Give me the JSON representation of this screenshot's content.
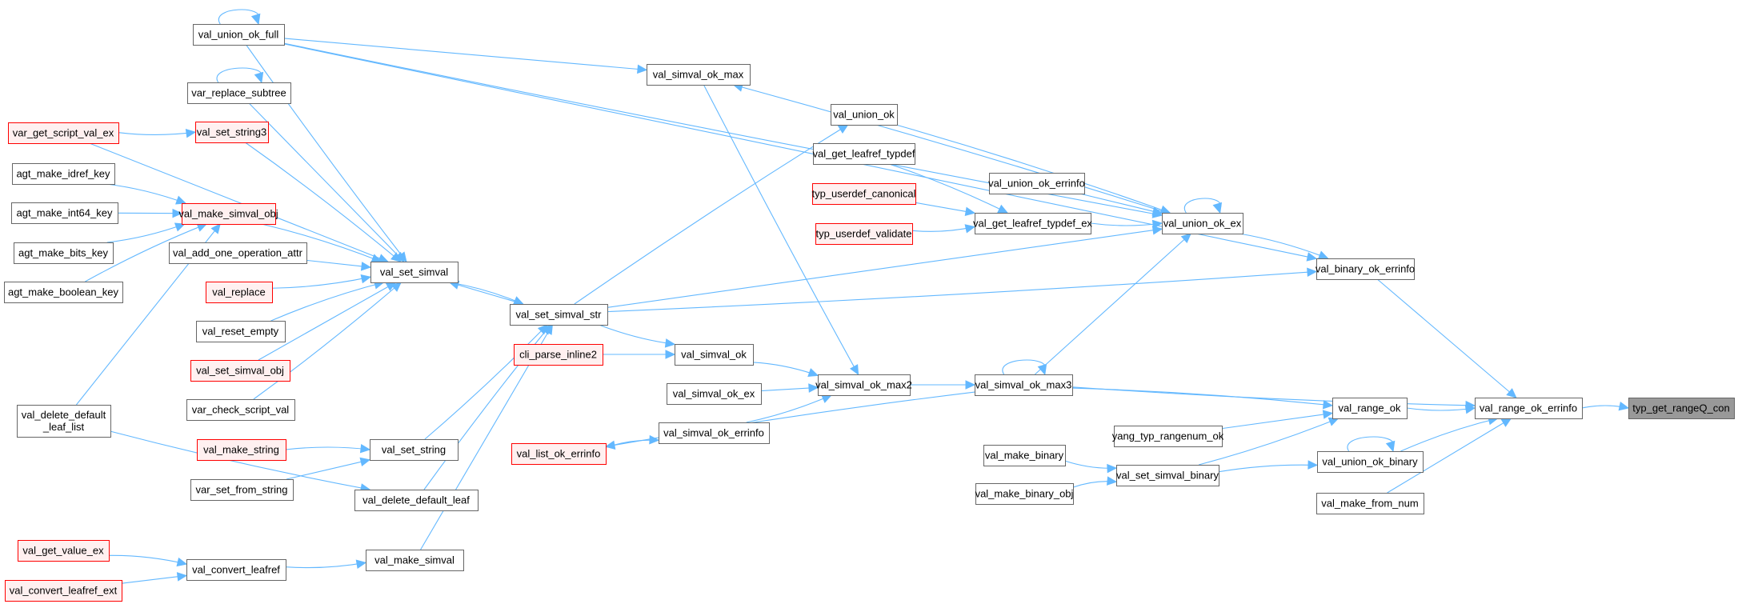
{
  "graph": {
    "title": "typ_get_rangeQ_con caller graph",
    "edge_color": "#63b8ff",
    "node_border": "#666666",
    "highlight_border": "#ff0000",
    "highlight_fill": "#fff0f0",
    "root_fill": "#999999",
    "nodes": [
      {
        "id": "root",
        "label": "typ_get_rangeQ_con",
        "style": "root"
      },
      {
        "id": "range_ok_errinfo",
        "label": "val_range_ok_errinfo",
        "style": "normal"
      },
      {
        "id": "binary_ok_errinfo",
        "label": "val_binary_ok_errinfo",
        "style": "normal"
      },
      {
        "id": "range_ok",
        "label": "val_range_ok",
        "style": "normal"
      },
      {
        "id": "union_ok_binary",
        "label": "val_union_ok_binary",
        "style": "normal"
      },
      {
        "id": "make_from_num",
        "label": "val_make_from_num",
        "style": "normal"
      },
      {
        "id": "union_ok_ex",
        "label": "val_union_ok_ex",
        "style": "normal"
      },
      {
        "id": "simval_ok_max3",
        "label": "val_simval_ok_max3",
        "style": "normal"
      },
      {
        "id": "yang_typ_rangenum_ok",
        "label": "yang_typ_rangenum_ok",
        "style": "normal"
      },
      {
        "id": "set_simval_binary",
        "label": "val_set_simval_binary",
        "style": "normal"
      },
      {
        "id": "make_binary",
        "label": "val_make_binary",
        "style": "normal"
      },
      {
        "id": "make_binary_obj",
        "label": "val_make_binary_obj",
        "style": "normal"
      },
      {
        "id": "union_ok_errinfo",
        "label": "val_union_ok_errinfo",
        "style": "normal"
      },
      {
        "id": "get_leafref_typdef_ex",
        "label": "val_get_leafref_typdef_ex",
        "style": "normal"
      },
      {
        "id": "get_leafref_typdef",
        "label": "val_get_leafref_typdef",
        "style": "normal"
      },
      {
        "id": "typ_userdef_canonical",
        "label": "typ_userdef_canonical",
        "style": "red"
      },
      {
        "id": "typ_userdef_validate",
        "label": "typ_userdef_validate",
        "style": "red"
      },
      {
        "id": "union_ok",
        "label": "val_union_ok",
        "style": "normal"
      },
      {
        "id": "simval_ok_max",
        "label": "val_simval_ok_max",
        "style": "normal"
      },
      {
        "id": "simval_ok_max2",
        "label": "val_simval_ok_max2",
        "style": "normal"
      },
      {
        "id": "simval_ok",
        "label": "val_simval_ok",
        "style": "normal"
      },
      {
        "id": "simval_ok_ex",
        "label": "val_simval_ok_ex",
        "style": "normal"
      },
      {
        "id": "simval_ok_errinfo",
        "label": "val_simval_ok_errinfo",
        "style": "normal"
      },
      {
        "id": "list_ok_errinfo",
        "label": "val_list_ok_errinfo",
        "style": "red"
      },
      {
        "id": "cli_parse_inline2",
        "label": "cli_parse_inline2",
        "style": "red"
      },
      {
        "id": "set_simval_str",
        "label": "val_set_simval_str",
        "style": "normal"
      },
      {
        "id": "set_simval",
        "label": "val_set_simval",
        "style": "normal"
      },
      {
        "id": "set_string",
        "label": "val_set_string",
        "style": "normal"
      },
      {
        "id": "delete_default_leaf",
        "label": "val_delete_default_leaf",
        "style": "normal"
      },
      {
        "id": "make_simval",
        "label": "val_make_simval",
        "style": "normal"
      },
      {
        "id": "union_ok_full",
        "label": "val_union_ok_full",
        "style": "normal"
      },
      {
        "id": "var_replace_subtree",
        "label": "var_replace_subtree",
        "style": "normal"
      },
      {
        "id": "set_string3",
        "label": "val_set_string3",
        "style": "red"
      },
      {
        "id": "make_simval_obj",
        "label": "val_make_simval_obj",
        "style": "red"
      },
      {
        "id": "add_one_operation_attr",
        "label": "val_add_one_operation_attr",
        "style": "normal"
      },
      {
        "id": "replace",
        "label": "val_replace",
        "style": "red"
      },
      {
        "id": "reset_empty",
        "label": "val_reset_empty",
        "style": "normal"
      },
      {
        "id": "set_simval_obj",
        "label": "val_set_simval_obj",
        "style": "red"
      },
      {
        "id": "var_check_script_val",
        "label": "var_check_script_val",
        "style": "normal"
      },
      {
        "id": "make_string",
        "label": "val_make_string",
        "style": "red"
      },
      {
        "id": "var_set_from_string",
        "label": "var_set_from_string",
        "style": "normal"
      },
      {
        "id": "convert_leafref",
        "label": "val_convert_leafref",
        "style": "normal"
      },
      {
        "id": "var_get_script_val_ex",
        "label": "var_get_script_val_ex",
        "style": "red"
      },
      {
        "id": "agt_make_idref_key",
        "label": "agt_make_idref_key",
        "style": "normal"
      },
      {
        "id": "agt_make_int64_key",
        "label": "agt_make_int64_key",
        "style": "normal"
      },
      {
        "id": "agt_make_bits_key",
        "label": "agt_make_bits_key",
        "style": "normal"
      },
      {
        "id": "agt_make_boolean_key",
        "label": "agt_make_boolean_key",
        "style": "normal"
      },
      {
        "id": "delete_default_leaf_list",
        "label": "val_delete_default\n_leaf_list",
        "style": "normal"
      },
      {
        "id": "get_value_ex",
        "label": "val_get_value_ex",
        "style": "red"
      },
      {
        "id": "convert_leafref_ext",
        "label": "val_convert_leafref_ext",
        "style": "red"
      }
    ],
    "edges": [
      [
        "range_ok_errinfo",
        "root"
      ],
      [
        "binary_ok_errinfo",
        "range_ok_errinfo"
      ],
      [
        "range_ok",
        "range_ok_errinfo"
      ],
      [
        "union_ok_binary",
        "range_ok_errinfo"
      ],
      [
        "make_from_num",
        "range_ok_errinfo"
      ],
      [
        "simval_ok_max3",
        "range_ok_errinfo"
      ],
      [
        "union_ok_ex",
        "binary_ok_errinfo"
      ],
      [
        "union_ok_full",
        "binary_ok_errinfo"
      ],
      [
        "set_simval_str",
        "binary_ok_errinfo"
      ],
      [
        "simval_ok_max3",
        "range_ok"
      ],
      [
        "yang_typ_rangenum_ok",
        "range_ok"
      ],
      [
        "set_simval_binary",
        "range_ok"
      ],
      [
        "set_simval_binary",
        "union_ok_binary"
      ],
      [
        "union_ok_binary",
        "union_ok_binary"
      ],
      [
        "make_binary",
        "set_simval_binary"
      ],
      [
        "make_binary_obj",
        "set_simval_binary"
      ],
      [
        "simval_ok_max3",
        "union_ok_ex"
      ],
      [
        "simval_ok_max3",
        "simval_ok_max3"
      ],
      [
        "simval_ok_max3",
        "list_ok_errinfo"
      ],
      [
        "simval_ok_max2",
        "simval_ok_max3"
      ],
      [
        "union_ok_ex",
        "union_ok_ex"
      ],
      [
        "union_ok_ex",
        "simval_ok_max"
      ],
      [
        "union_ok_errinfo",
        "union_ok_ex"
      ],
      [
        "get_leafref_typdef_ex",
        "union_ok_ex"
      ],
      [
        "union_ok",
        "union_ok_ex"
      ],
      [
        "set_simval_str",
        "union_ok_ex"
      ],
      [
        "union_ok_full",
        "union_ok_ex"
      ],
      [
        "get_leafref_typdef",
        "get_leafref_typdef_ex"
      ],
      [
        "typ_userdef_canonical",
        "get_leafref_typdef_ex"
      ],
      [
        "typ_userdef_validate",
        "get_leafref_typdef_ex"
      ],
      [
        "set_simval_str",
        "union_ok"
      ],
      [
        "union_ok_full",
        "simval_ok_max"
      ],
      [
        "simval_ok_max",
        "simval_ok_max2"
      ],
      [
        "simval_ok",
        "simval_ok_max2"
      ],
      [
        "simval_ok_ex",
        "simval_ok_max2"
      ],
      [
        "simval_ok_errinfo",
        "simval_ok_max2"
      ],
      [
        "list_ok_errinfo",
        "simval_ok_errinfo"
      ],
      [
        "cli_parse_inline2",
        "simval_ok"
      ],
      [
        "set_simval_str",
        "simval_ok"
      ],
      [
        "set_simval",
        "set_simval_str"
      ],
      [
        "set_simval_str",
        "set_simval"
      ],
      [
        "set_string",
        "set_simval_str"
      ],
      [
        "delete_default_leaf",
        "set_simval_str"
      ],
      [
        "make_simval",
        "set_simval_str"
      ],
      [
        "union_ok_full",
        "set_simval"
      ],
      [
        "union_ok_full",
        "union_ok_full"
      ],
      [
        "var_replace_subtree",
        "set_simval"
      ],
      [
        "var_replace_subtree",
        "var_replace_subtree"
      ],
      [
        "set_string3",
        "set_simval"
      ],
      [
        "var_get_script_val_ex",
        "set_simval"
      ],
      [
        "var_get_script_val_ex",
        "set_string3"
      ],
      [
        "make_simval_obj",
        "set_simval"
      ],
      [
        "add_one_operation_attr",
        "set_simval"
      ],
      [
        "replace",
        "set_simval"
      ],
      [
        "reset_empty",
        "set_simval"
      ],
      [
        "set_simval_obj",
        "set_simval"
      ],
      [
        "var_check_script_val",
        "set_simval"
      ],
      [
        "agt_make_idref_key",
        "make_simval_obj"
      ],
      [
        "agt_make_int64_key",
        "make_simval_obj"
      ],
      [
        "agt_make_bits_key",
        "make_simval_obj"
      ],
      [
        "agt_make_boolean_key",
        "make_simval_obj"
      ],
      [
        "delete_default_leaf_list",
        "make_simval_obj"
      ],
      [
        "delete_default_leaf_list",
        "delete_default_leaf"
      ],
      [
        "make_string",
        "set_string"
      ],
      [
        "var_set_from_string",
        "set_string"
      ],
      [
        "convert_leafref",
        "make_simval"
      ],
      [
        "get_value_ex",
        "convert_leafref"
      ],
      [
        "convert_leafref_ext",
        "convert_leafref"
      ]
    ]
  }
}
